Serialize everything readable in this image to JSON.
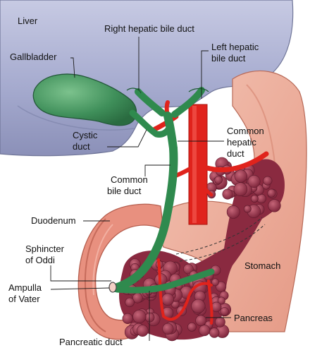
{
  "labels": {
    "liver": "Liver",
    "gallbladder": "Gallbladder",
    "right_hepatic_1": "Right hepatic bile duct",
    "left_hepatic_1": "Left hepatic",
    "left_hepatic_2": "bile duct",
    "cystic_1": "Cystic",
    "cystic_2": "duct",
    "common_hepatic_1": "Common",
    "common_hepatic_2": "hepatic",
    "common_hepatic_3": "duct",
    "common_bile_1": "Common",
    "common_bile_2": "bile duct",
    "duodenum": "Duodenum",
    "sphincter_1": "Sphincter",
    "sphincter_2": "of Oddi",
    "ampulla_1": "Ampulla",
    "ampulla_2": "of Vater",
    "stomach": "Stomach",
    "pancreas": "Pancreas",
    "pancreatic_duct": "Pancreatic duct"
  },
  "colors": {
    "liver": "#9aa0c4",
    "liver_edge": "#6f7598",
    "gallbladder": "#3f8f5a",
    "bile_duct": "#2f8a4e",
    "artery": "#e0231c",
    "duodenum": "#e08878",
    "stomach": "#f0b4a2",
    "pancreas": "#8f2f45",
    "text": "#111111"
  }
}
